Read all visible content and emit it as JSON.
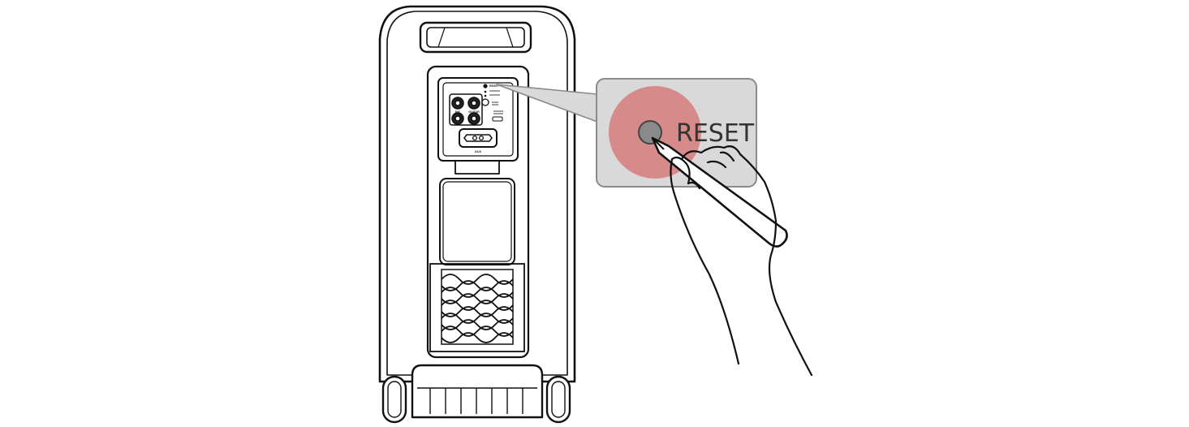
{
  "diagram": {
    "callout": {
      "label": "RESET",
      "highlight_color": "#d78a8a",
      "box_color": "#d9d9d9"
    },
    "panel": {
      "labels": [
        "RESET",
        "MIC",
        "GUITAR",
        "AUX"
      ]
    },
    "icons": [
      "reset-button-icon",
      "power-socket-icon",
      "pen-icon",
      "hand-icon"
    ]
  }
}
